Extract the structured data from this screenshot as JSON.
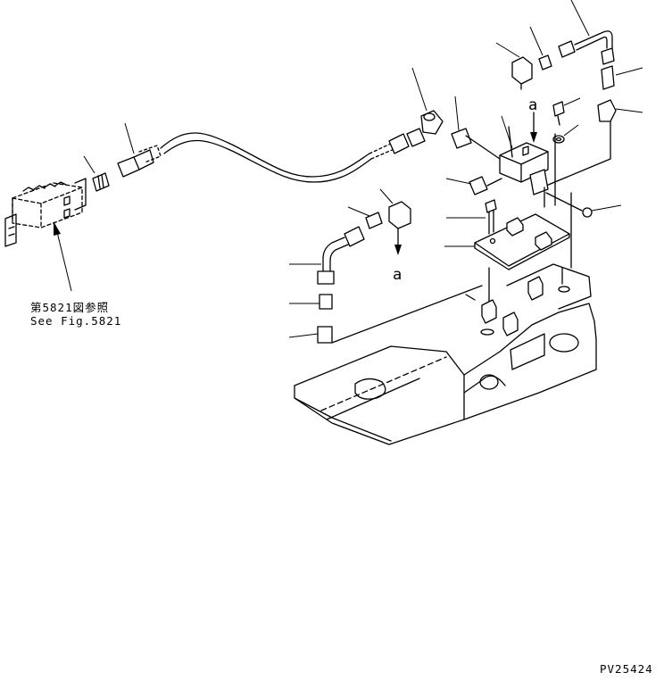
{
  "reference_note": {
    "japanese": "第5821図参照",
    "english": "See Fig.5821"
  },
  "view_marker": {
    "label_top": "a",
    "label_bottom": "a"
  },
  "drawing_number": "PV25424"
}
